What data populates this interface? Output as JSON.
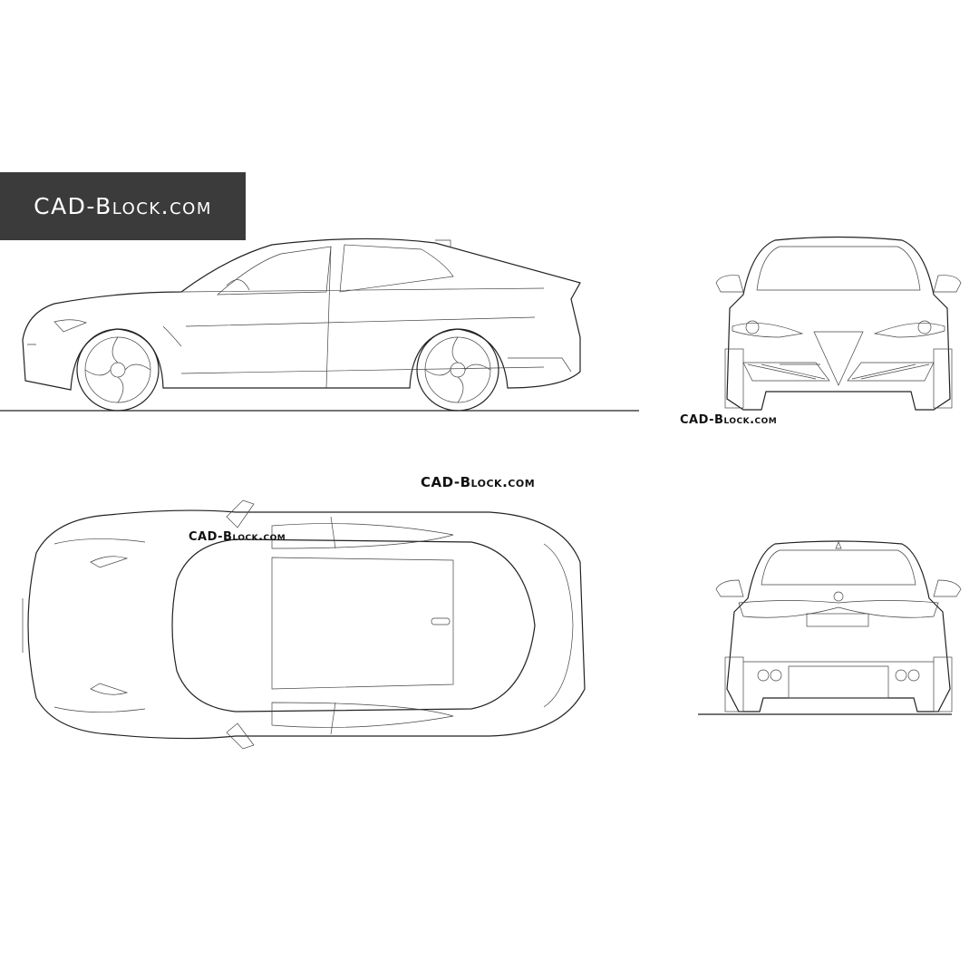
{
  "banner": {
    "text": "CAD-Block.com",
    "background": "#3b3b3b"
  },
  "watermarks": {
    "front_view": "CAD-Block.com",
    "top_view_upper": "CAD-Block.com",
    "top_view_body": "CAD-Block.com"
  },
  "views": [
    "side-view",
    "front-view",
    "top-view",
    "rear-view"
  ]
}
